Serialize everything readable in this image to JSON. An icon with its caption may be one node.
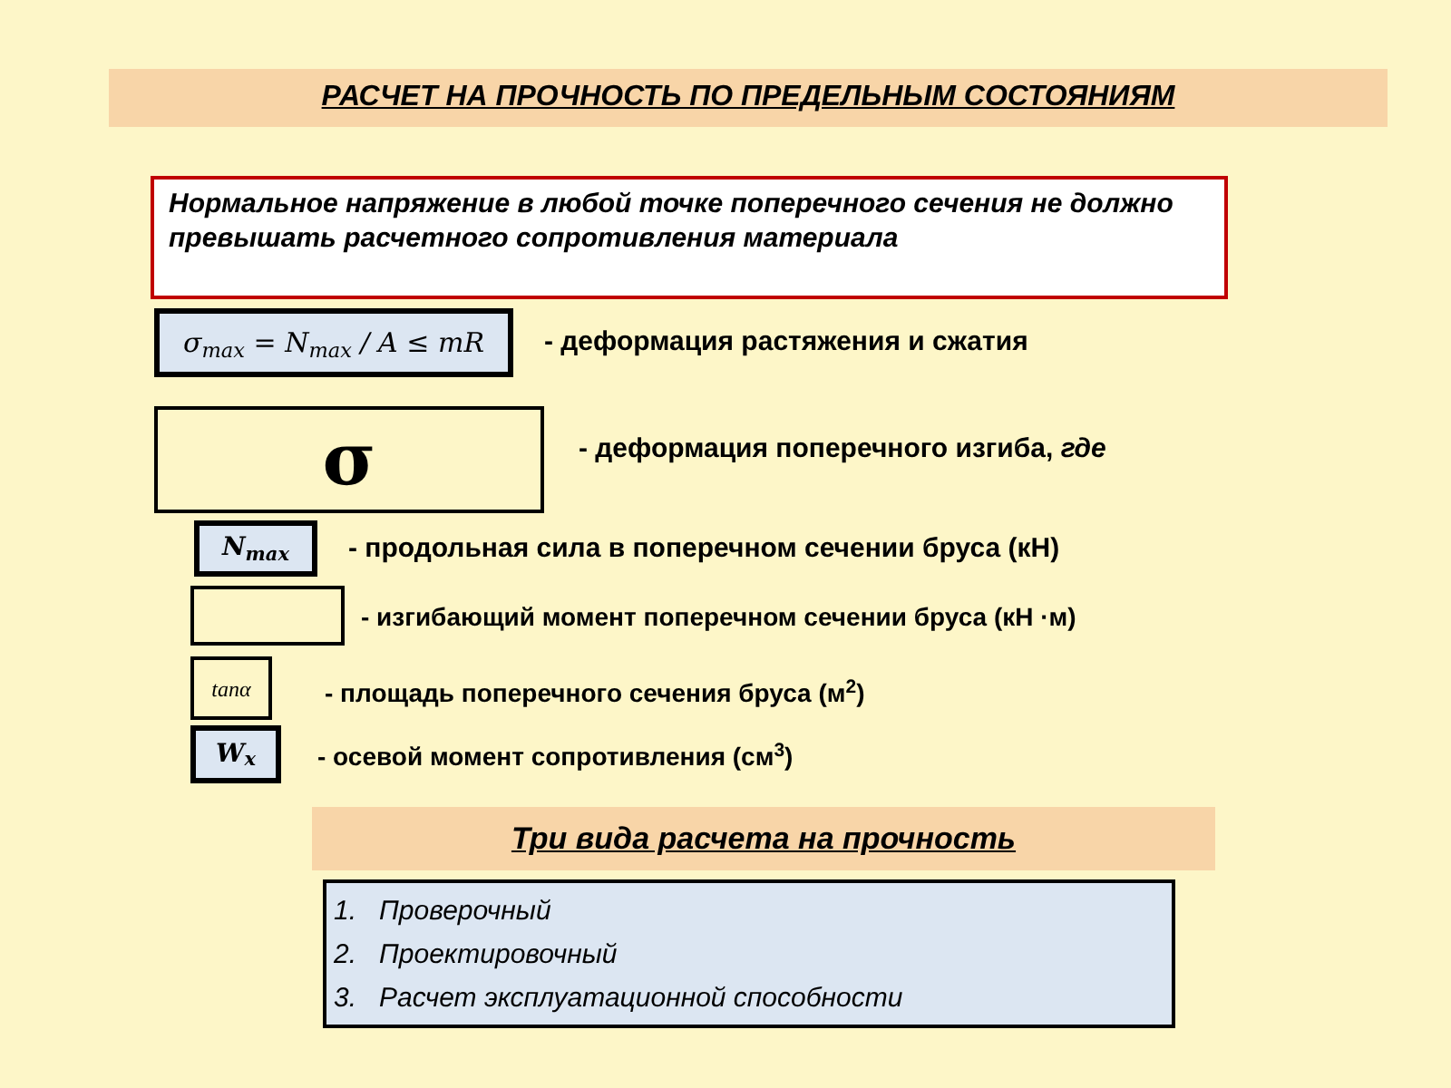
{
  "diagram": {
    "nodes": [
      {
        "text": [
          "РАСЧЕТ НА ПРОЧНОСТЬ ПО ПРЕДЕЛЬНЫМ СОСТОЯНИЯМ"
        ]
      },
      {
        "text": [
          "Нормальное напряжение в любой точке поперечного сечения не должно превышать расчетного сопротивления материала"
        ]
      },
      {
        "text": [
          "σ$_{max}$ = N$_{max}$ / A ≤ mR"
        ],
        "beside": [
          "-  деформация растяжения и сжатия"
        ]
      },
      {
        "text": [
          "σ"
        ],
        "beside": [
          "-   деформация поперечного изгиба, *где*"
        ]
      },
      {
        "text": [
          "N$_{max}$"
        ],
        "beside": [
          "-  продольная сила в поперечном сечении бруса (кН)"
        ]
      },
      {
        "text": [],
        "shape": "box",
        "beside": [
          "-  изгибающий момент поперечном сечении бруса (кН ·м)"
        ]
      },
      {
        "text": [
          "tanα"
        ],
        "beside": [
          "-  площадь поперечного сечения бруса (м$^{2}$)"
        ]
      },
      {
        "text": [
          "W$_{x}$"
        ],
        "beside": [
          "-  осевой момент сопротивления  (см$^{3}$)"
        ]
      },
      {
        "text": [
          "Три вида расчета на прочность"
        ]
      },
      {
        "text": [
          "1.   Проверочный",
          "2.   Проектировочный",
          "3.   Расчет эксплуатационной способности"
        ]
      }
    ]
  }
}
